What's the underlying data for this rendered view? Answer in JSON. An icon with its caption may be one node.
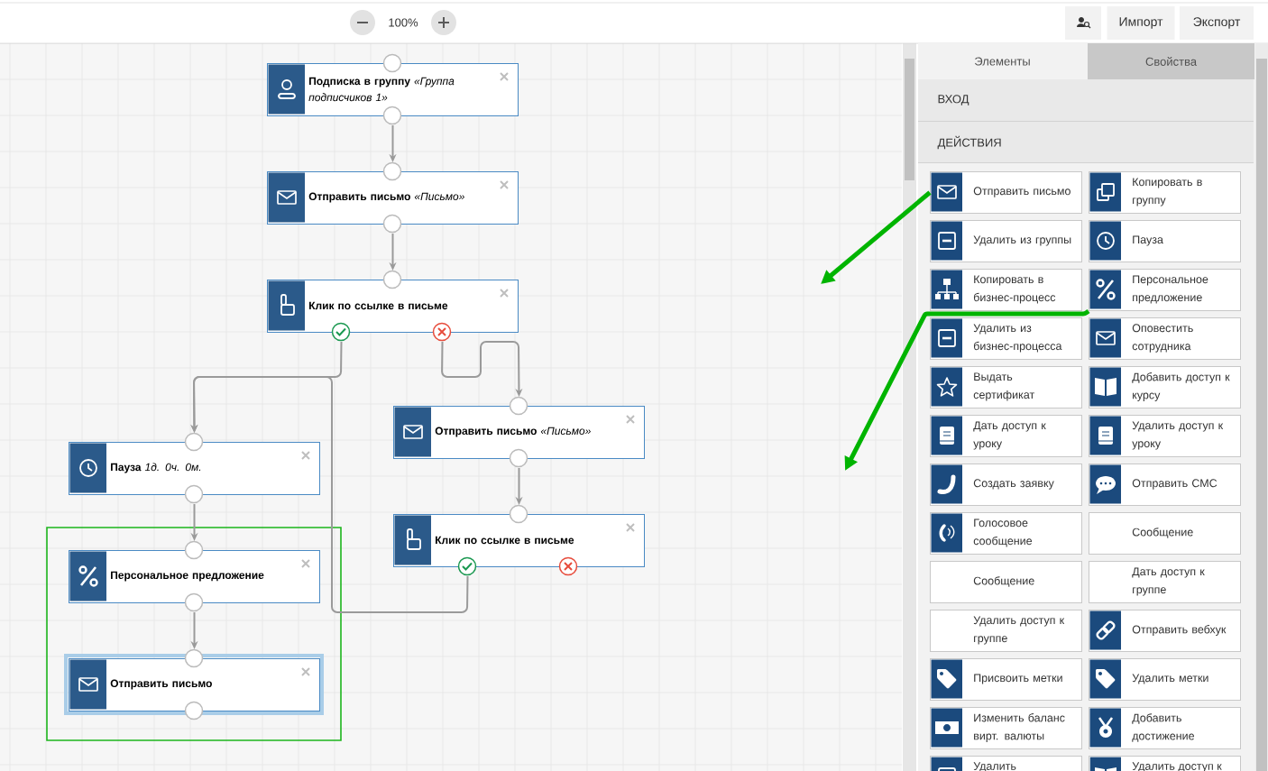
{
  "diagram": {
    "nodes": [
      {
        "text": [
          "Подписка в группу",
          "«Группа подписчиков 1»"
        ]
      },
      {
        "text": [
          "Отправить письмо",
          "«Письмо»"
        ]
      },
      {
        "text": [
          "Клик по ссылке в письме"
        ]
      },
      {
        "text": [
          "Отправить письмо",
          "«Письмо»"
        ]
      },
      {
        "text": [
          "Пауза",
          "1д. 0ч. 0м."
        ]
      },
      {
        "text": [
          "Клик по ссылке в письме"
        ]
      },
      {
        "text": [],
        "shape": "box"
      },
      {
        "text": [
          "Персональное предложение"
        ],
        "in": 6
      },
      {
        "text": [
          "Отправить письмо"
        ],
        "in": 6
      },
      {
        "text": [
          "Отправить письмо"
        ]
      },
      {
        "text": [
          "Копировать в группу"
        ]
      },
      {
        "text": [
          "Удалить из группы"
        ]
      },
      {
        "text": [
          "Пауза"
        ]
      },
      {
        "text": [
          "Копировать в бизнес-процесс"
        ]
      },
      {
        "text": [
          "Персональное предложение"
        ]
      },
      {
        "text": [
          "Удалить из бизнес-процесса"
        ]
      },
      {
        "text": [
          "Оповестить сотрудника"
        ]
      },
      {
        "text": [
          "Выдать сертификат"
        ]
      },
      {
        "text": [
          "Добавить доступ к курсу"
        ]
      },
      {
        "text": [
          "Дать доступ к уроку"
        ]
      },
      {
        "text": [
          "Удалить доступ к уроку"
        ]
      },
      {
        "text": [
          "Создать заявку"
        ]
      },
      {
        "text": [
          "Отправить СМС"
        ]
      },
      {
        "text": [
          "Голосовое сообщение"
        ]
      },
      {
        "text": [
          "Сообщение"
        ]
      },
      {
        "text": [
          "Сообщение"
        ]
      },
      {
        "text": [
          "Дать доступ к группе"
        ]
      },
      {
        "text": [
          "Удалить доступ к группе"
        ]
      },
      {
        "text": [
          "Отправить вебхук"
        ]
      },
      {
        "text": [
          "Присвоить метки"
        ]
      },
      {
        "text": [
          "Удалить метки"
        ]
      },
      {
        "text": [
          "Изменить баланс вирт. валюты"
        ]
      },
      {
        "text": [
          "Добавить достижение"
        ]
      },
      {
        "text": [
          "Удалить"
        ]
      },
      {
        "text": [
          "Удалить доступ к"
        ]
      }
    ],
    "edges": [
      {
        "from": 0,
        "to": 1,
        "arrow": "to"
      },
      {
        "from": 1,
        "to": 2,
        "arrow": "to"
      },
      {
        "from": 2,
        "to": 4,
        "arrow": "to"
      },
      {
        "from": 2,
        "to": 3,
        "arrow": "to"
      },
      {
        "from": 3,
        "to": 5,
        "arrow": "to"
      },
      {
        "from": 5,
        "to": 4,
        "arrow": "to"
      },
      {
        "from": 4,
        "to": 7,
        "arrow": "to"
      },
      {
        "from": 7,
        "to": 8,
        "arrow": "to"
      },
      {
        "from": 9,
        "to": null,
        "arrow": "to",
        "style": "thick",
        "color": "#00b400"
      },
      {
        "from": 14,
        "to": null,
        "arrow": "to",
        "style": "thick",
        "color": "#00b400"
      }
    ],
    "labels": [
      "100%",
      "Импорт",
      "Экспорт",
      "Элементы",
      "Свойства",
      "ВХОД",
      "ДЕЙСТВИЯ"
    ]
  }
}
